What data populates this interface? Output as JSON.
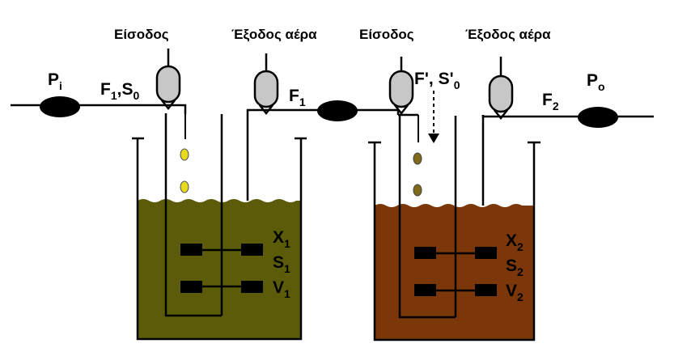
{
  "labels": {
    "inlet_1": "Είσοδος",
    "air_outlet_1": "Έξοδος αέρα",
    "inlet_2": "Είσοδος",
    "air_outlet_2": "Έξοδος αέρα",
    "pump_in": {
      "main": "P",
      "sub": "i"
    },
    "pump_out": {
      "main": "P",
      "sub": "o"
    },
    "feed_1": {
      "f": "F",
      "f_sub": "1",
      "sep": ",",
      "s": "S",
      "s_sub": "0"
    },
    "flow_1": {
      "main": "F",
      "sub": "1"
    },
    "feed_2": {
      "f": "F'",
      "sep": ",",
      "s": "S'",
      "s_sub": "0"
    },
    "flow_2": {
      "main": "F",
      "sub": "2"
    },
    "tank_1": {
      "x": {
        "main": "X",
        "sub": "1"
      },
      "s": {
        "main": "S",
        "sub": "1"
      },
      "v": {
        "main": "V",
        "sub": "1"
      }
    },
    "tank_2": {
      "x": {
        "main": "X",
        "sub": "2"
      },
      "s": {
        "main": "S",
        "sub": "2"
      },
      "v": {
        "main": "V",
        "sub": "2"
      }
    }
  },
  "colors": {
    "liquid_1": "#5b5b09",
    "liquid_2": "#7b3709",
    "bubble_1": "#e8d81f",
    "bubble_2": "#7f6a1a",
    "valve": "#c7c7c7",
    "pump": "#000000"
  }
}
